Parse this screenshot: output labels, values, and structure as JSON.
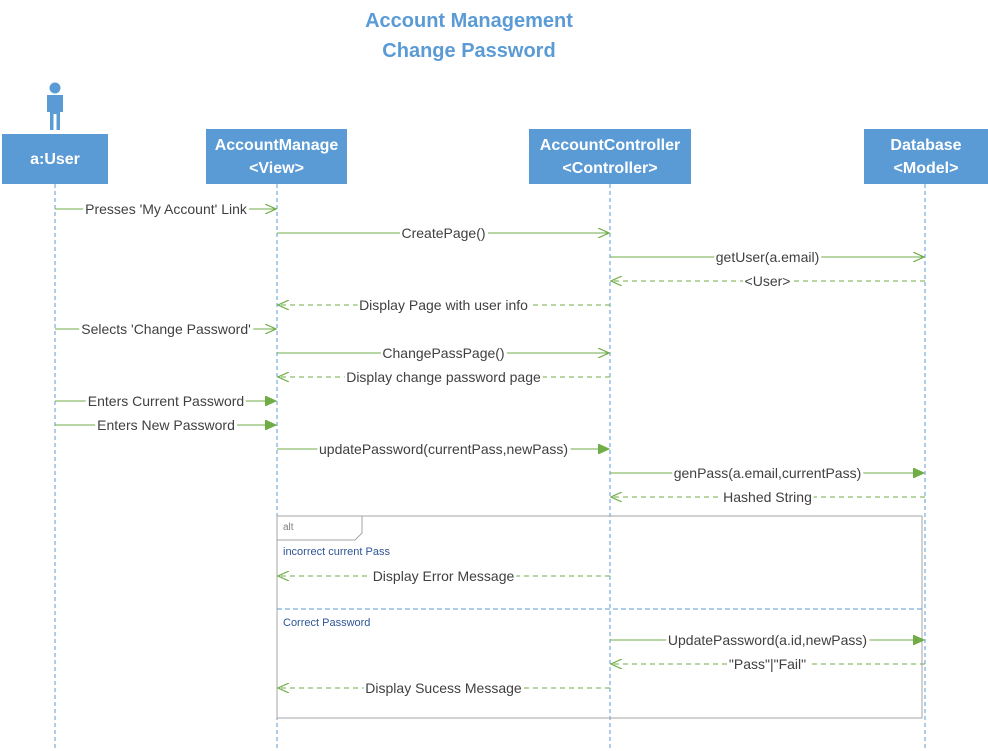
{
  "title": {
    "line1": "Account Management",
    "line2": "Change Password"
  },
  "lifelines": {
    "user": {
      "label": "a:User"
    },
    "view": {
      "line1": "AccountManage",
      "line2": "<View>"
    },
    "controller": {
      "line1": "AccountController",
      "line2": "<Controller>"
    },
    "database": {
      "line1": "Database",
      "line2": "<Model>"
    }
  },
  "messages": [
    {
      "from": "user",
      "to": "view",
      "style": "sync",
      "label": "Presses 'My Account' Link"
    },
    {
      "from": "view",
      "to": "controller",
      "style": "sync",
      "label": "CreatePage()"
    },
    {
      "from": "controller",
      "to": "database",
      "style": "sync",
      "label": "getUser(a.email)"
    },
    {
      "from": "database",
      "to": "controller",
      "style": "reply",
      "label": "<User>"
    },
    {
      "from": "controller",
      "to": "view",
      "style": "reply",
      "label": "Display Page with user info"
    },
    {
      "from": "user",
      "to": "view",
      "style": "sync",
      "label": "Selects 'Change Password'"
    },
    {
      "from": "view",
      "to": "controller",
      "style": "sync",
      "label": "ChangePassPage()"
    },
    {
      "from": "controller",
      "to": "view",
      "style": "reply",
      "label": "Display change password page"
    },
    {
      "from": "user",
      "to": "view",
      "style": "filled",
      "label": "Enters Current Password"
    },
    {
      "from": "user",
      "to": "view",
      "style": "filled",
      "label": "Enters New Password"
    },
    {
      "from": "view",
      "to": "controller",
      "style": "filled",
      "label": "updatePassword(currentPass,newPass)"
    },
    {
      "from": "controller",
      "to": "database",
      "style": "filled",
      "label": "genPass(a.email,currentPass)"
    },
    {
      "from": "database",
      "to": "controller",
      "style": "reply",
      "label": "Hashed String"
    },
    {
      "from": "controller",
      "to": "view",
      "style": "reply",
      "label": "Display Error Message"
    },
    {
      "from": "controller",
      "to": "database",
      "style": "filled",
      "label": "UpdatePassword(a.id,newPass)"
    },
    {
      "from": "database",
      "to": "controller",
      "style": "reply",
      "label": "\"Pass\"|\"Fail\""
    },
    {
      "from": "controller",
      "to": "view",
      "style": "reply",
      "label": "Display Sucess Message"
    }
  ],
  "fragment": {
    "operator": "alt",
    "guard1": "incorrect current Pass",
    "guard2": "Correct Password"
  },
  "colors": {
    "accent": "#5b9bd5",
    "message": "#70ad47",
    "lifeline": "#5b9bd5",
    "fragment": "#a6a6a6",
    "guard": "#2f5597"
  }
}
